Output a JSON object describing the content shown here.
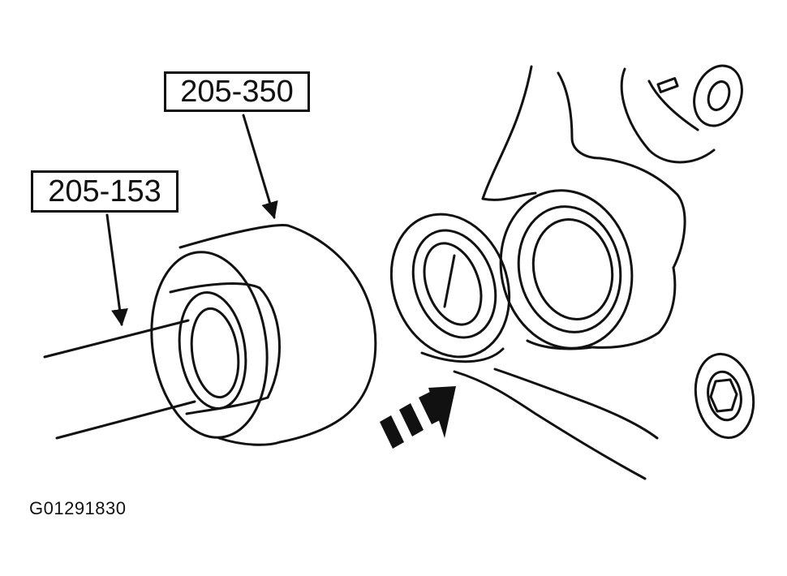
{
  "figure": {
    "callouts": [
      {
        "id": "tool-205-350",
        "label": "205-350"
      },
      {
        "id": "tool-205-153",
        "label": "205-153"
      }
    ],
    "figure_id": "G01291830",
    "colors": {
      "ink": "#111111",
      "background": "#ffffff"
    }
  }
}
